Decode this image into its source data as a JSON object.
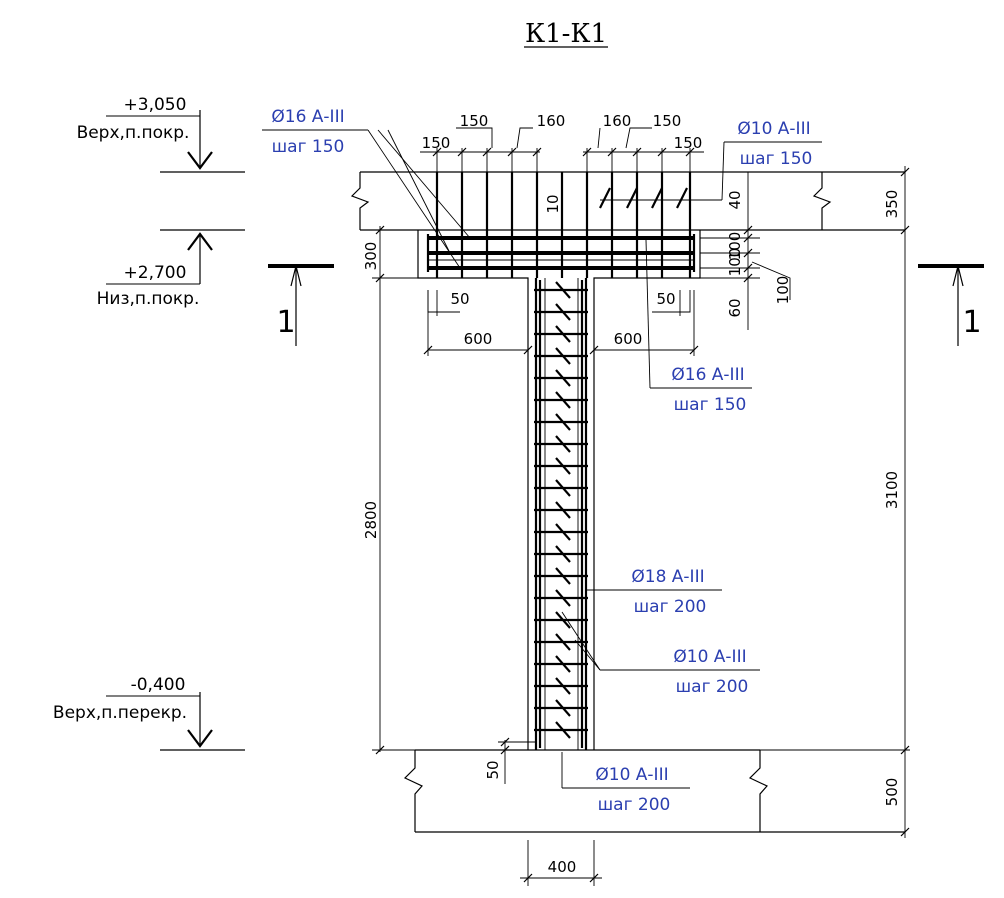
{
  "title": "К1-К1",
  "section_mark": "1",
  "levels": [
    {
      "value": "+3,050",
      "label": "Верх,п.покр."
    },
    {
      "value": "+2,700",
      "label": "Низ,п.покр."
    },
    {
      "value": "-0,400",
      "label": "Верх,п.перекр."
    }
  ],
  "dims": {
    "d150_left_outer": "150",
    "d150_left_inner": "150",
    "d160_left": "160",
    "d160_right": "160",
    "d150_right_inner": "150",
    "d150_right_outer": "150",
    "d10": "10",
    "d40": "40",
    "d350": "350",
    "d300": "300",
    "d100_a": "100",
    "d100_b": "100",
    "d100_c": "100",
    "d60": "60",
    "d50_left": "50",
    "d50_right": "50",
    "d600_left": "600",
    "d600_right": "600",
    "d2800": "2800",
    "d3100": "3100",
    "d50_bottom": "50",
    "d500": "500",
    "d400": "400"
  },
  "rebars": [
    {
      "dia": "Ø16 А-III",
      "step": "шаг 150"
    },
    {
      "dia": "Ø10 А-III",
      "step": "шаг 150"
    },
    {
      "dia": "Ø16 А-III",
      "step": "шаг 150"
    },
    {
      "dia": "Ø18 А-III",
      "step": "шаг 200"
    },
    {
      "dia": "Ø10 А-III",
      "step": "шаг 200"
    },
    {
      "dia": "Ø10 А-III",
      "step": "шаг 200"
    }
  ],
  "colors": {
    "rebar_label": "#2b3fb0",
    "line": "#000000"
  }
}
